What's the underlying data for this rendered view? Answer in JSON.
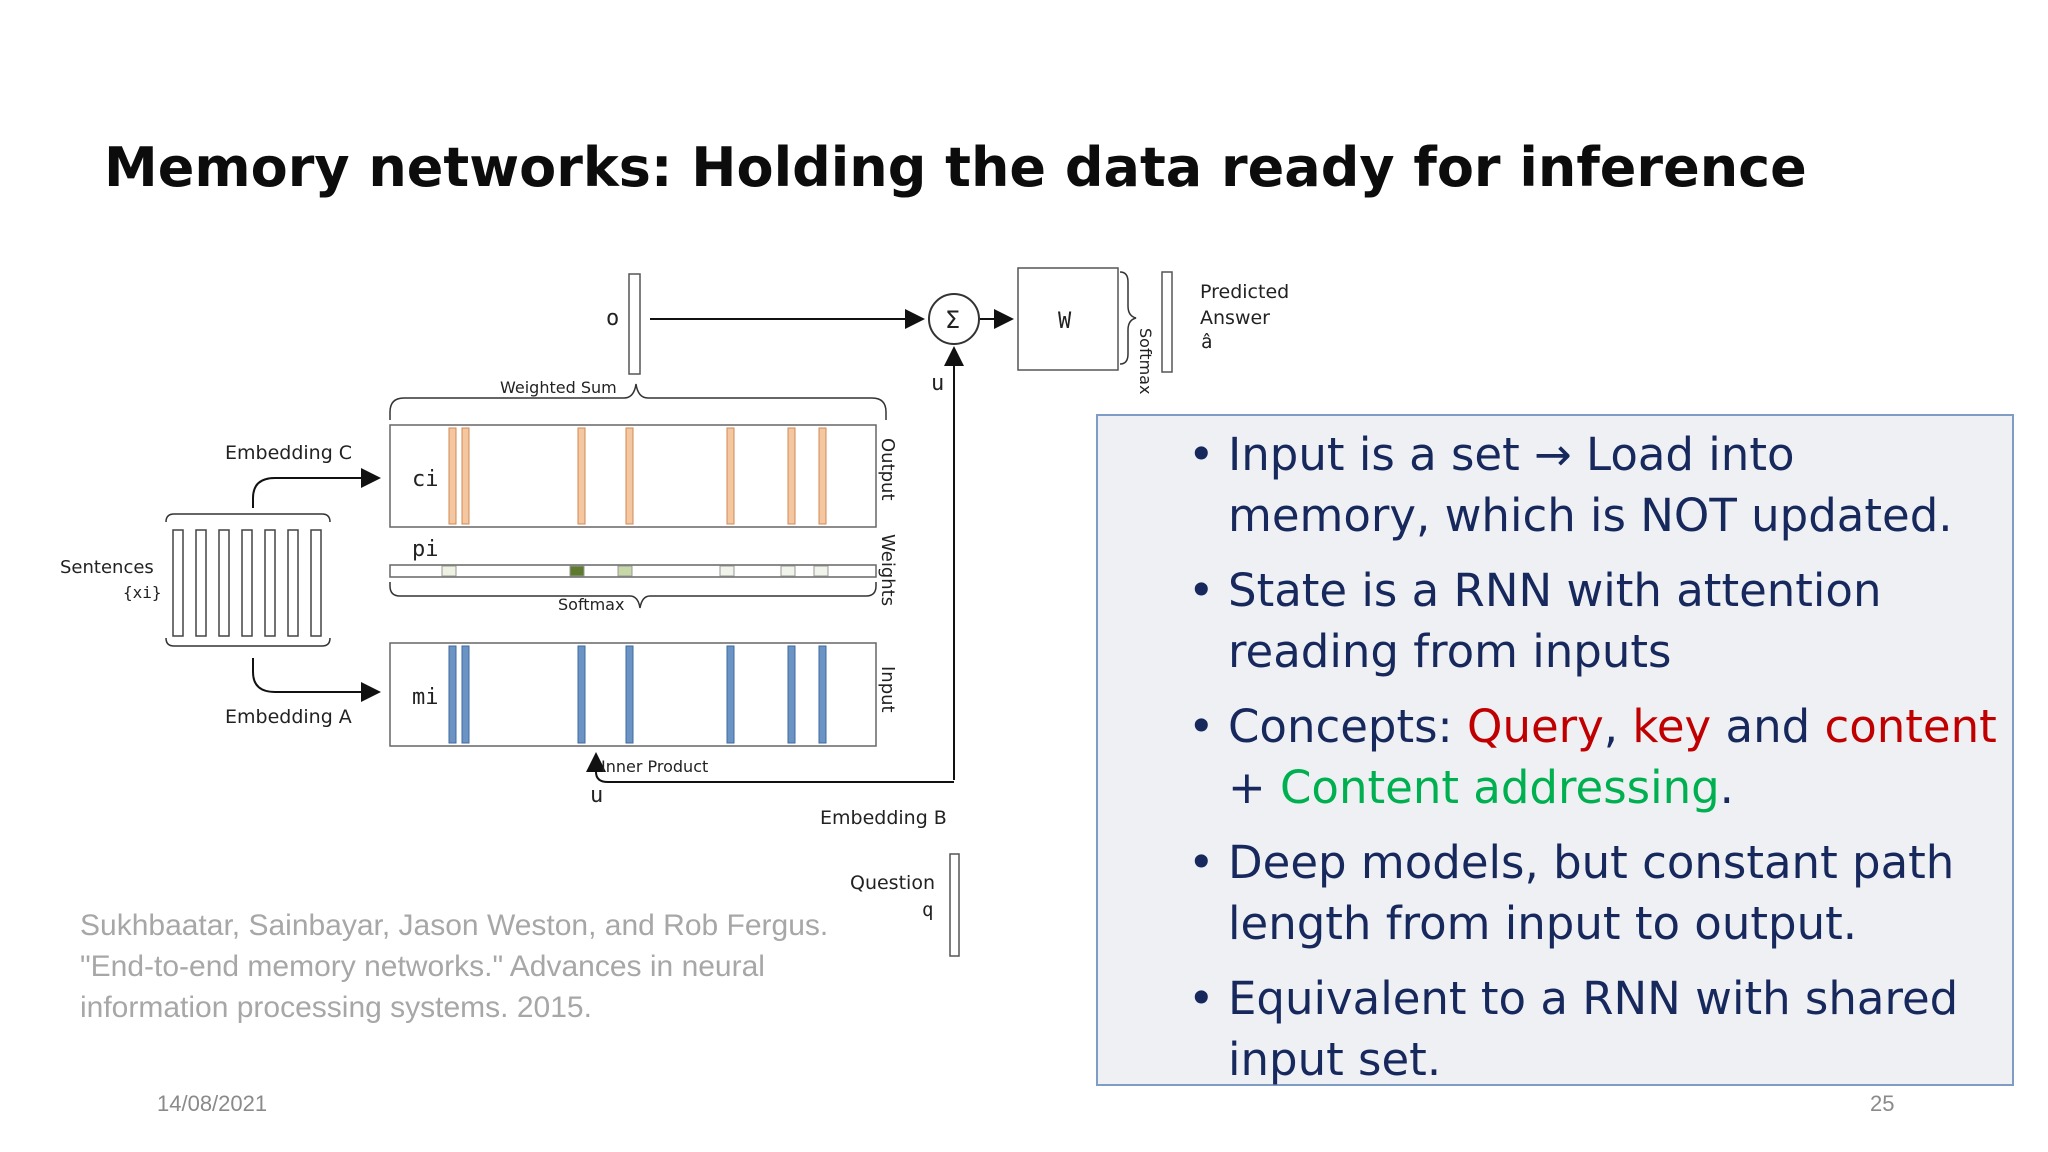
{
  "slide": {
    "title": "Memory networks: Holding the data ready for inference",
    "citation": "Sukhbaatar, Sainbayar, Jason Weston, and Rob Fergus. \"End-to-end memory networks.\" Advances in neural information processing systems. 2015.",
    "date": "14/08/2021",
    "page_number": "25"
  },
  "diagram": {
    "o_label": "o",
    "sigma_label": "Σ",
    "w_label": "W",
    "softmax_vertical": "Softmax",
    "predicted_line1": "Predicted",
    "predicted_line2": "Answer",
    "predicted_a": "â",
    "u_top_label": "u",
    "weighted_sum_label": "Weighted Sum",
    "embedding_c_label": "Embedding C",
    "ci_label": "ci",
    "output_label": "Output",
    "pi_label": "pi",
    "weights_label": "Weights",
    "softmax_label": "Softmax",
    "sentences_line1": "Sentences",
    "sentences_line2": "{xi}",
    "mi_label": "mi",
    "input_label": "Input",
    "embedding_a_label": "Embedding A",
    "inner_product_label": "Inner Product",
    "u_bottom_label": "u",
    "embedding_b_label": "Embedding B",
    "question_label": "Question",
    "q_label": "q"
  },
  "bullets": [
    {
      "text": "Input is a set → Load into memory, which is NOT updated."
    },
    {
      "text": "State is a RNN with attention reading from inputs"
    },
    {
      "parts": [
        {
          "text": "Concepts: ",
          "color": "#17285d"
        },
        {
          "text": "Query",
          "color": "#c00000"
        },
        {
          "text": ", ",
          "color": "#17285d"
        },
        {
          "text": "key",
          "color": "#c00000"
        },
        {
          "text": " and ",
          "color": "#17285d"
        },
        {
          "text": "content",
          "color": "#c00000"
        },
        {
          "text": " + ",
          "color": "#17285d"
        },
        {
          "text": "Content addressing",
          "color": "#00b050"
        },
        {
          "text": ".",
          "color": "#17285d"
        }
      ]
    },
    {
      "text": "Deep models, but constant path length from input to output."
    },
    {
      "text": "Equivalent to a RNN with shared input set."
    }
  ],
  "colors": {
    "text_navy": "#17285d",
    "highlight_red": "#c00000",
    "highlight_green": "#00b050",
    "callout_border": "#7f9cc4",
    "callout_fill": "#eef0f4",
    "output_bar": "#f5c7a0",
    "input_bar": "#6b93c4"
  }
}
